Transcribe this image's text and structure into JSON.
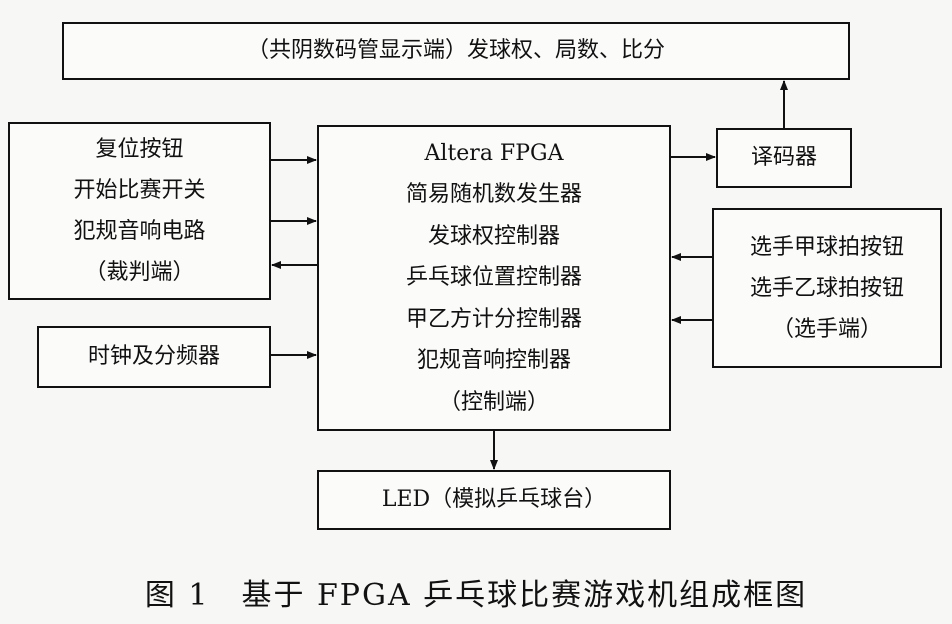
{
  "display_box": {
    "text": "（共阴数码管显示端）发球权、局数、比分"
  },
  "referee_box": {
    "lines": [
      "复位按钮",
      "开始比赛开关",
      "犯规音响电路",
      "（裁判端）"
    ]
  },
  "clock_box": {
    "text": "时钟及分频器"
  },
  "fpga_box": {
    "lines": [
      "Altera FPGA",
      "简易随机数发生器",
      "发球权控制器",
      "乒乓球位置控制器",
      "甲乙方计分控制器",
      "犯规音响控制器",
      "（控制端）"
    ]
  },
  "decoder_box": {
    "text": "译码器"
  },
  "player_box": {
    "lines": [
      "选手甲球拍按钮",
      "选手乙球拍按钮",
      "（选手端）"
    ]
  },
  "led_box": {
    "text": "LED（模拟乒乓球台）"
  },
  "caption": {
    "text": "图 1　基于 FPGA 乒乓球比赛游戏机组成框图"
  }
}
